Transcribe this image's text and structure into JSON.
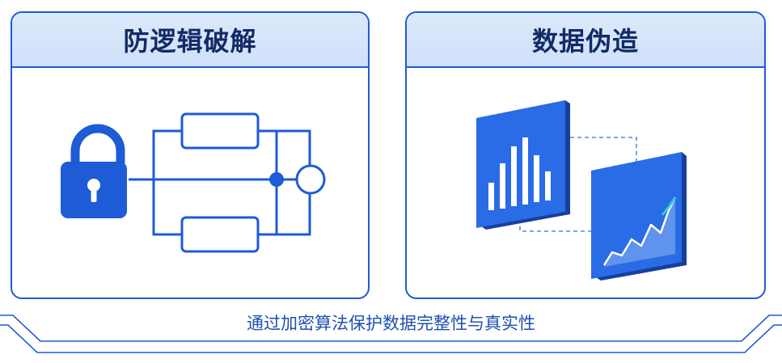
{
  "colors": {
    "primary": "#1e5bd6",
    "header_bg": "#d6e5fa",
    "title_text": "#122b66",
    "caption_text": "#1f4fb0",
    "accent_cyan": "#35c8d8"
  },
  "left_panel": {
    "title": "防逻辑破解",
    "icons": [
      "lock-icon",
      "circuit-diagram"
    ]
  },
  "right_panel": {
    "title": "数据伪造",
    "icons": [
      "bar-chart-screen-icon",
      "line-chart-screen-icon"
    ]
  },
  "caption": "通过加密算法保护数据完整性与真实性"
}
